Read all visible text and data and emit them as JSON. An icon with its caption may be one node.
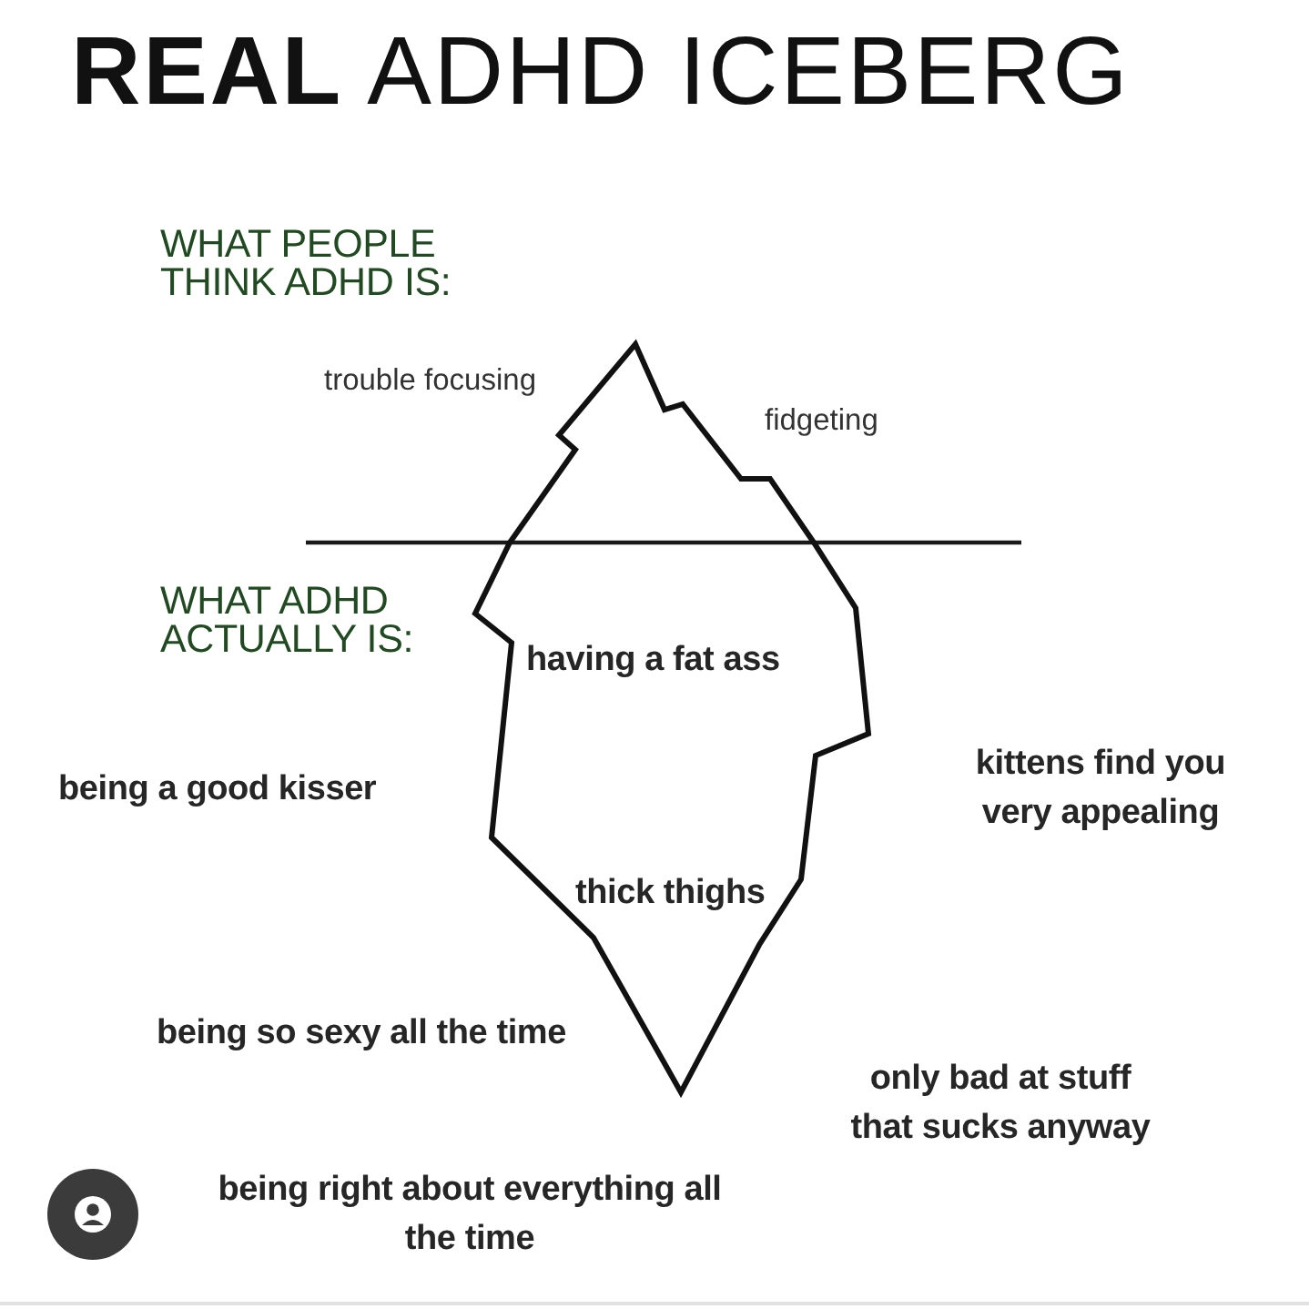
{
  "diagram": {
    "title": "**REAL** ADHD ICEBERG",
    "nodes": [
      {
        "text": [
          "having a fat ass",
          "thick thighs"
        ]
      }
    ],
    "labels": [
      "WHAT PEOPLE THINK ADHD IS:",
      "trouble focusing",
      "fidgeting",
      "WHAT ADHD ACTUALLY IS:",
      "being a good kisser",
      "kittens find you very appealing",
      "being so sexy all the time",
      "only bad at stuff that sucks anyway",
      "being right about everything all the time"
    ]
  }
}
